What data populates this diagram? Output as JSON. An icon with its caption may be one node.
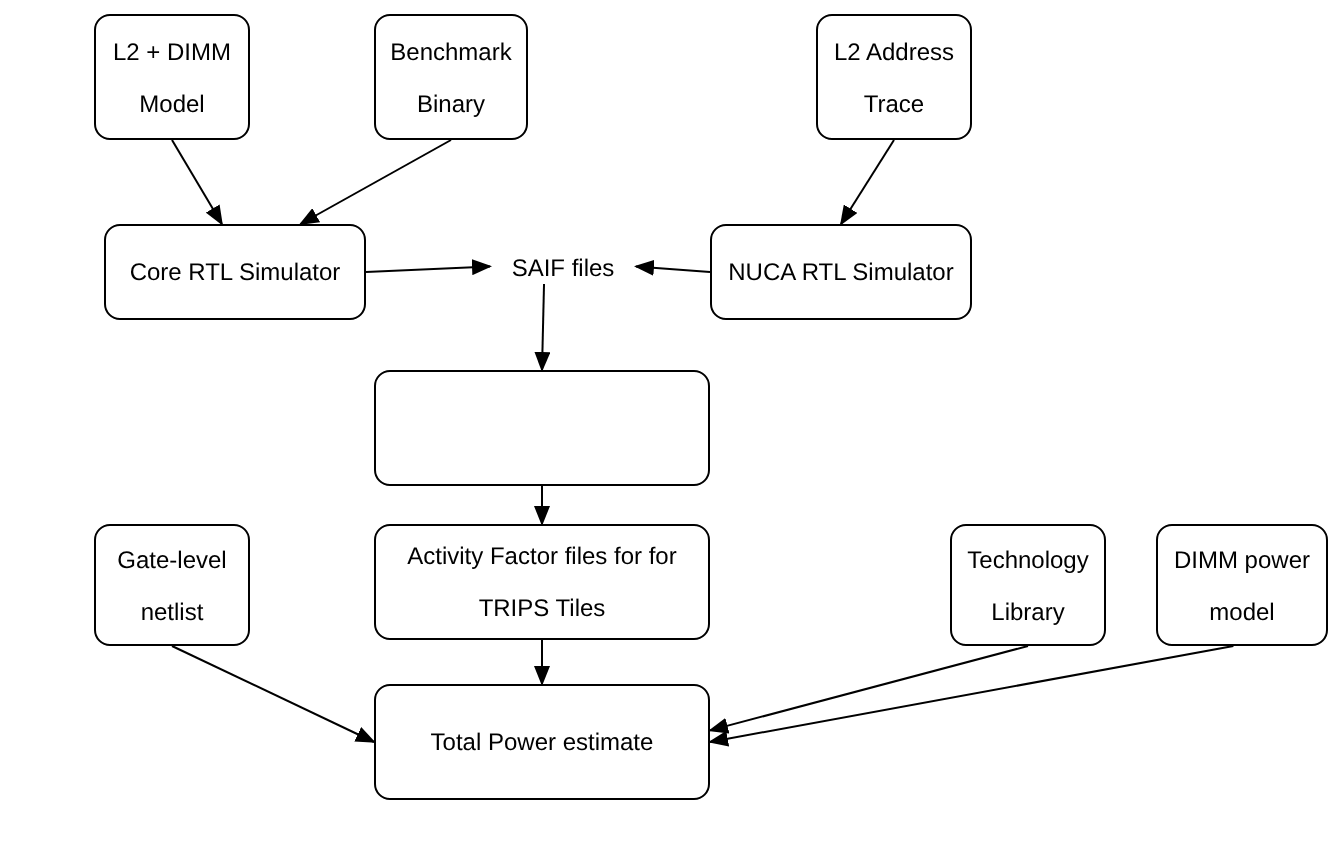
{
  "diagram": {
    "nodes": [
      {
        "text": [
          "L2 + DIMM Model"
        ]
      },
      {
        "text": [
          "Benchmark Binary"
        ]
      },
      {
        "text": [
          "L2 Address Trace"
        ]
      },
      {
        "text": [
          "Core RTL Simulator"
        ]
      },
      {
        "text": [
          "SAIF files"
        ]
      },
      {
        "text": [
          "NUCA RTL Simulator"
        ]
      },
      {
        "text": [],
        "shape": "box"
      },
      {
        "text": [
          "Activity Factor files for for TRIPS Tiles"
        ]
      },
      {
        "text": [
          "Gate-level netlist"
        ]
      },
      {
        "text": [
          "Technology Library"
        ]
      },
      {
        "text": [
          "DIMM power model"
        ]
      },
      {
        "text": [
          "Total Power estimate"
        ]
      }
    ],
    "edges": [
      {
        "from": 0,
        "to": 3,
        "arrow": "to"
      },
      {
        "from": 1,
        "to": 3,
        "arrow": "to"
      },
      {
        "from": 2,
        "to": 5,
        "arrow": "to"
      },
      {
        "from": 3,
        "to": 4,
        "arrow": "to"
      },
      {
        "from": 5,
        "to": 4,
        "arrow": "to"
      },
      {
        "from": 4,
        "to": 6,
        "arrow": "to"
      },
      {
        "from": 6,
        "to": 7,
        "arrow": "to"
      },
      {
        "from": 7,
        "to": 11,
        "arrow": "to"
      },
      {
        "from": 8,
        "to": 11,
        "arrow": "to"
      },
      {
        "from": 9,
        "to": 11,
        "arrow": "to"
      },
      {
        "from": 10,
        "to": 11,
        "arrow": "to"
      }
    ]
  }
}
